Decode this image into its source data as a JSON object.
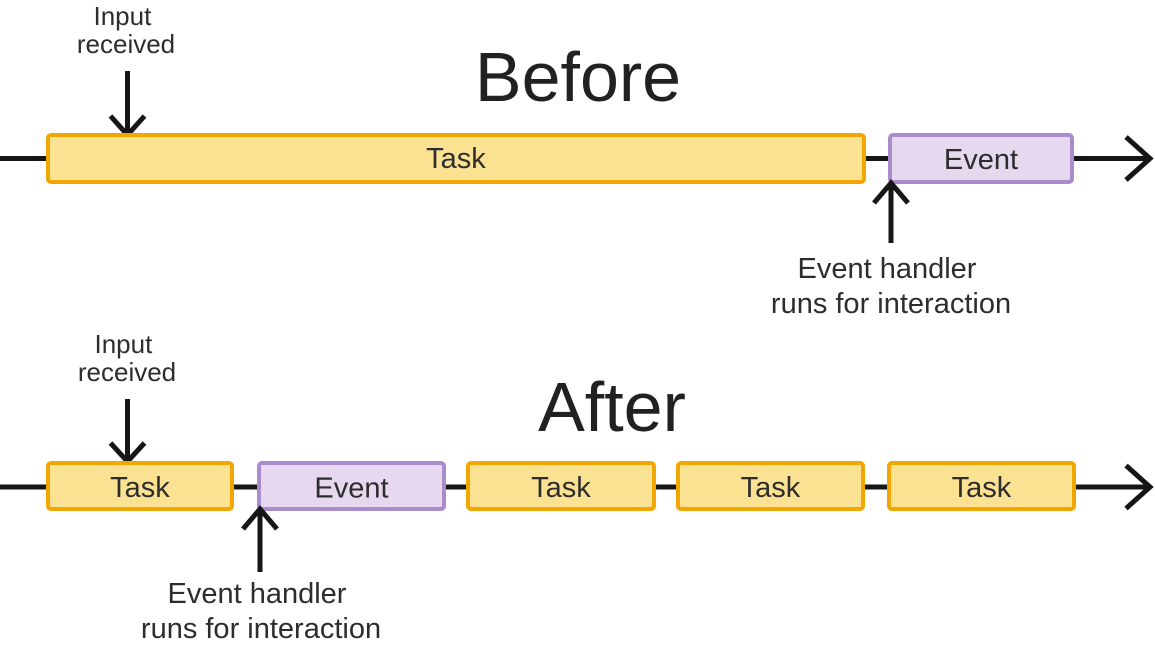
{
  "colors": {
    "background": "#ffffff",
    "line": "#161616",
    "text": "#2d2d2d",
    "title_text": "#212121",
    "task_fill": "#FBE192",
    "task_border": "#F2A602",
    "event_fill": "#E5D8EF",
    "event_border": "#AC8BCD"
  },
  "before": {
    "title": "Before",
    "input": [
      "Input",
      "received"
    ],
    "handler": [
      "Event handler",
      "runs for interaction"
    ],
    "bars": [
      {
        "label": "Task",
        "type": "task"
      },
      {
        "label": "Event",
        "type": "event"
      }
    ]
  },
  "after": {
    "title": "After",
    "input": [
      "Input",
      "received"
    ],
    "handler": [
      "Event handler",
      "runs for interaction"
    ],
    "bars": [
      {
        "label": "Task",
        "type": "task"
      },
      {
        "label": "Event",
        "type": "event"
      },
      {
        "label": "Task",
        "type": "task"
      },
      {
        "label": "Task",
        "type": "task"
      },
      {
        "label": "Task",
        "type": "task"
      }
    ]
  }
}
